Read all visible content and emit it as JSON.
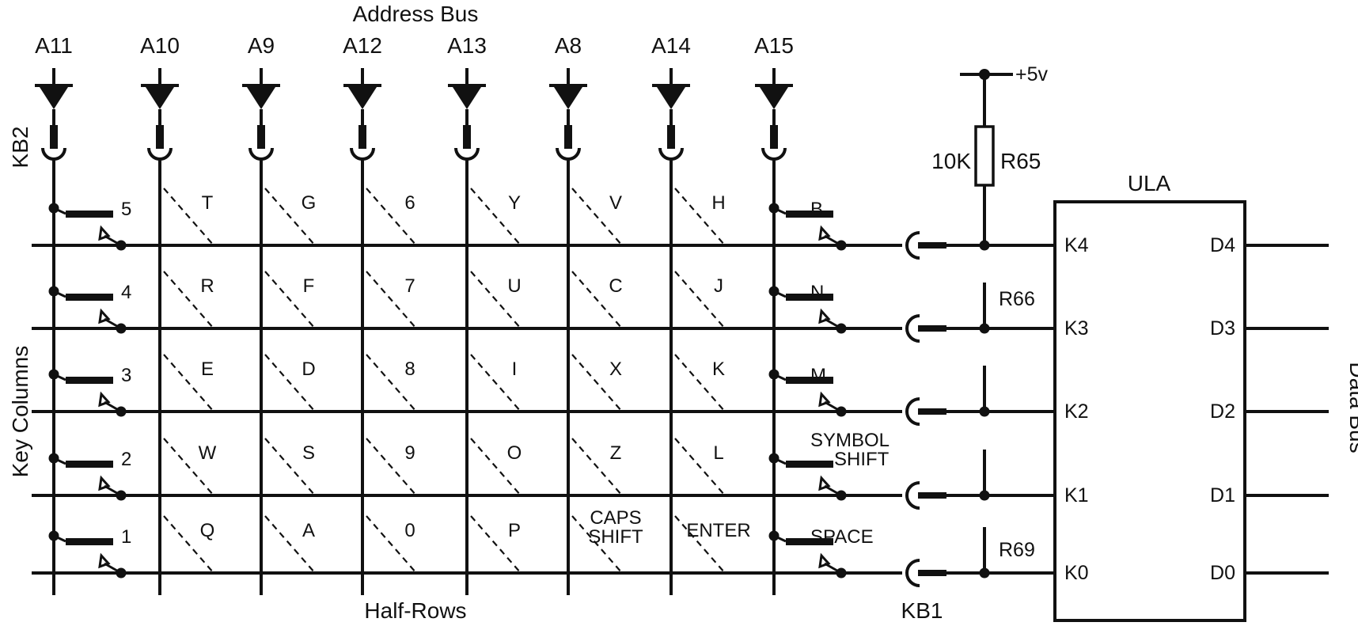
{
  "titles": {
    "address_bus": "Address Bus",
    "half_rows": "Half-Rows",
    "key_columns": "Key Columns",
    "data_bus": "Data Bus",
    "kb1": "KB1",
    "kb2": "KB2",
    "ula": "ULA"
  },
  "address_lines": [
    "A11",
    "A10",
    "A9",
    "A12",
    "A13",
    "A8",
    "A14",
    "A15"
  ],
  "key_rows": [
    "K4",
    "K3",
    "K2",
    "K1",
    "K0"
  ],
  "data_lines": [
    "D4",
    "D3",
    "D2",
    "D1",
    "D0"
  ],
  "components": {
    "supply": "+5v",
    "r65_value": "10K",
    "r65": "R65",
    "r66": "R66",
    "r69": "R69"
  },
  "keys": [
    [
      "5",
      "T",
      "G",
      "6",
      "Y",
      "V",
      "H",
      "B"
    ],
    [
      "4",
      "R",
      "F",
      "7",
      "U",
      "C",
      "J",
      "N"
    ],
    [
      "3",
      "E",
      "D",
      "8",
      "I",
      "X",
      "K",
      "M"
    ],
    [
      "2",
      "W",
      "S",
      "9",
      "O",
      "Z",
      "L",
      "SYMBOL SHIFT"
    ],
    [
      "1",
      "Q",
      "A",
      "0",
      "P",
      "CAPS SHIFT",
      "ENTER",
      "SPACE"
    ]
  ]
}
